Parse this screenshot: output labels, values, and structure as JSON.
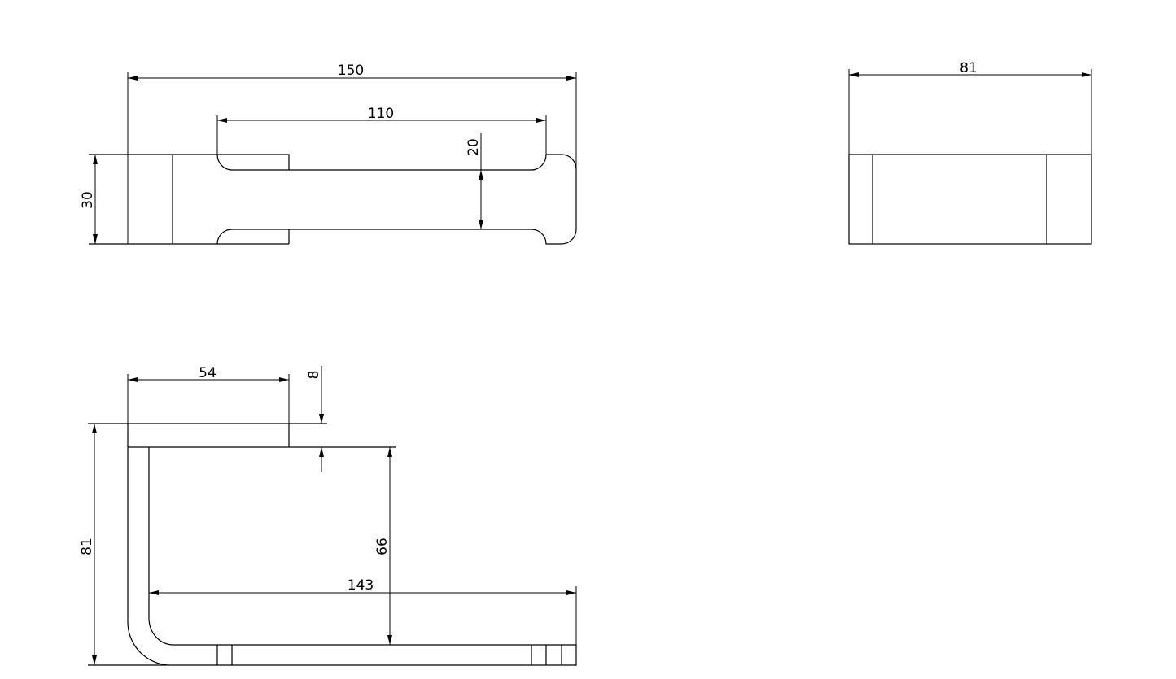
{
  "front_view": {
    "overall_length": "150",
    "slot_length": "110",
    "slot_gap": "20",
    "height": "30"
  },
  "side_view": {
    "width": "81"
  },
  "top_view": {
    "flange_length": "54",
    "flange_thickness": "8",
    "overall_depth": "81",
    "inner_depth": "66",
    "arm_length": "143"
  },
  "colors": {
    "line": "#000000",
    "background": "#ffffff"
  }
}
